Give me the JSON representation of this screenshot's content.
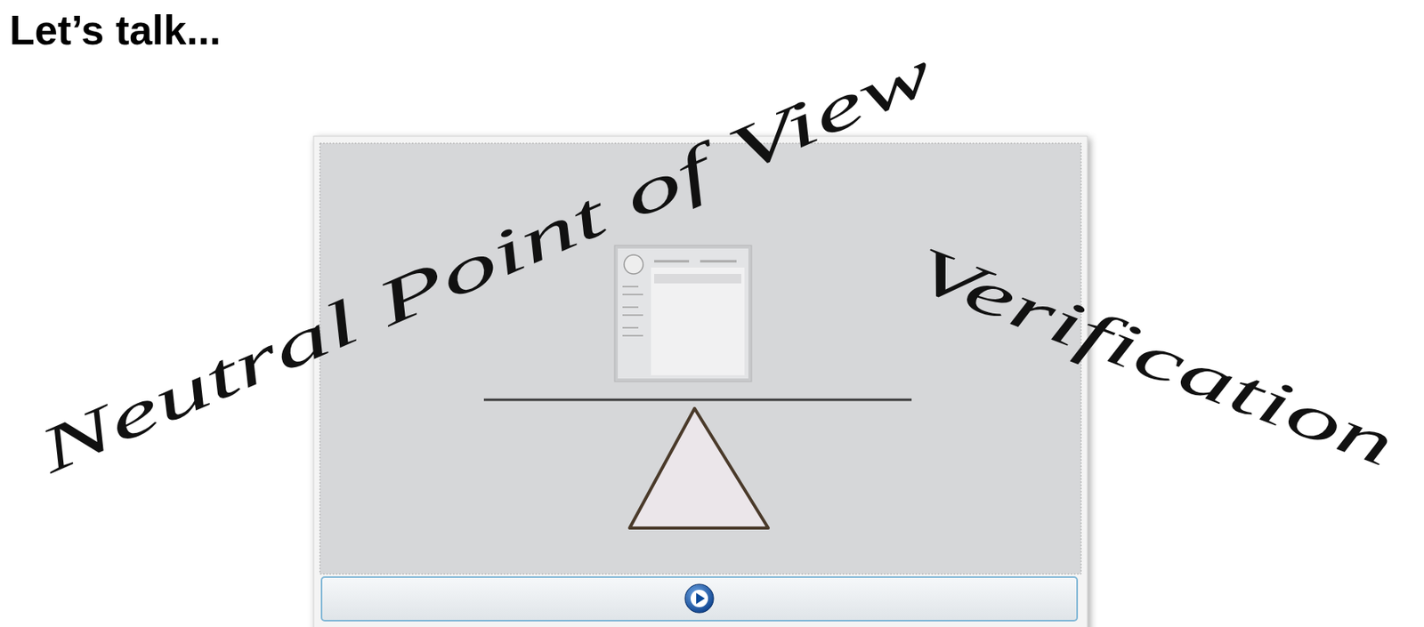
{
  "diagram": {
    "title": "Let’s talk...",
    "labels": [
      "Neutral Point of View",
      "Verification"
    ]
  }
}
